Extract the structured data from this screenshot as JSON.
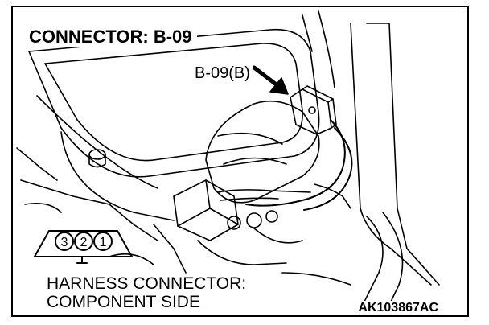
{
  "figure": {
    "title": "CONNECTOR: B-09",
    "callout": "B-09(B)",
    "harness_line1": "HARNESS CONNECTOR:",
    "harness_line2": "COMPONENT SIDE",
    "code": "AK103867AC",
    "pins": [
      "3",
      "2",
      "1"
    ]
  }
}
